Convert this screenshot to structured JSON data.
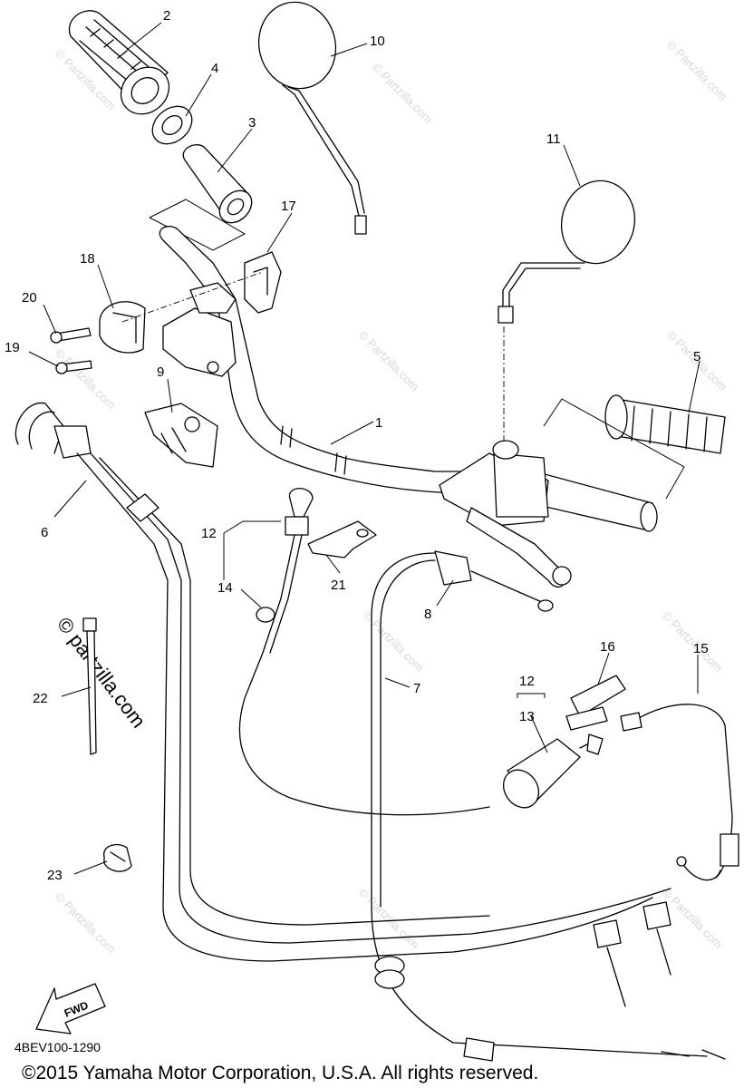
{
  "callouts": {
    "c1": "1",
    "c2": "2",
    "c3": "3",
    "c4": "4",
    "c5": "5",
    "c6": "6",
    "c7": "7",
    "c8": "8",
    "c9": "9",
    "c10": "10",
    "c11": "11",
    "c12a": "12",
    "c12b": "12",
    "c13": "13",
    "c14": "14",
    "c15": "15",
    "c16": "16",
    "c17": "17",
    "c18": "18",
    "c19": "19",
    "c20": "20",
    "c21": "21",
    "c22": "22",
    "c23": "23"
  },
  "watermark": {
    "small": "© Partzilla.com",
    "large": "© partzilla.com"
  },
  "fwd_label": "FWD",
  "diagram_code": "4BEV100-1290",
  "copyright": "©2015 Yamaha Motor Corporation, U.S.A. All rights reserved."
}
